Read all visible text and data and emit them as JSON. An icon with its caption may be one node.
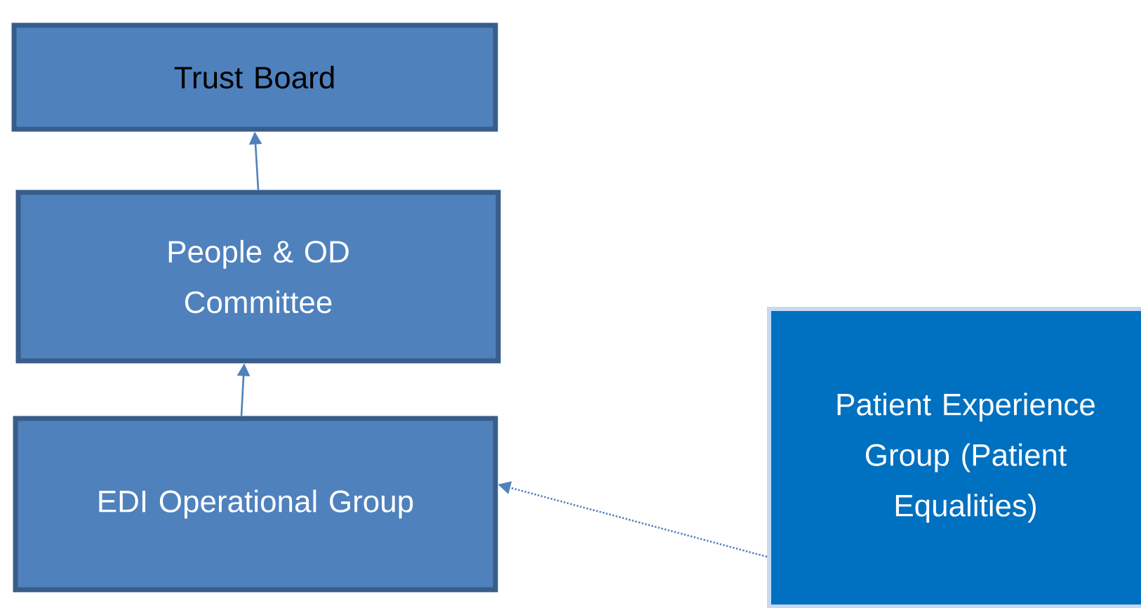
{
  "diagram": {
    "nodes": [
      {
        "text": [
          "Trust Board"
        ]
      },
      {
        "text": [
          "People & OD Committee"
        ]
      },
      {
        "text": [
          "EDI Operational Group"
        ]
      },
      {
        "text": [
          "Patient Experience Group (Patient Equalities)"
        ]
      }
    ],
    "edges": [
      {
        "from": 1,
        "to": 0,
        "arrow": "to"
      },
      {
        "from": 2,
        "to": 1,
        "arrow": "to"
      },
      {
        "from": 3,
        "to": 2,
        "arrow": "to",
        "style": "dashed"
      }
    ]
  }
}
